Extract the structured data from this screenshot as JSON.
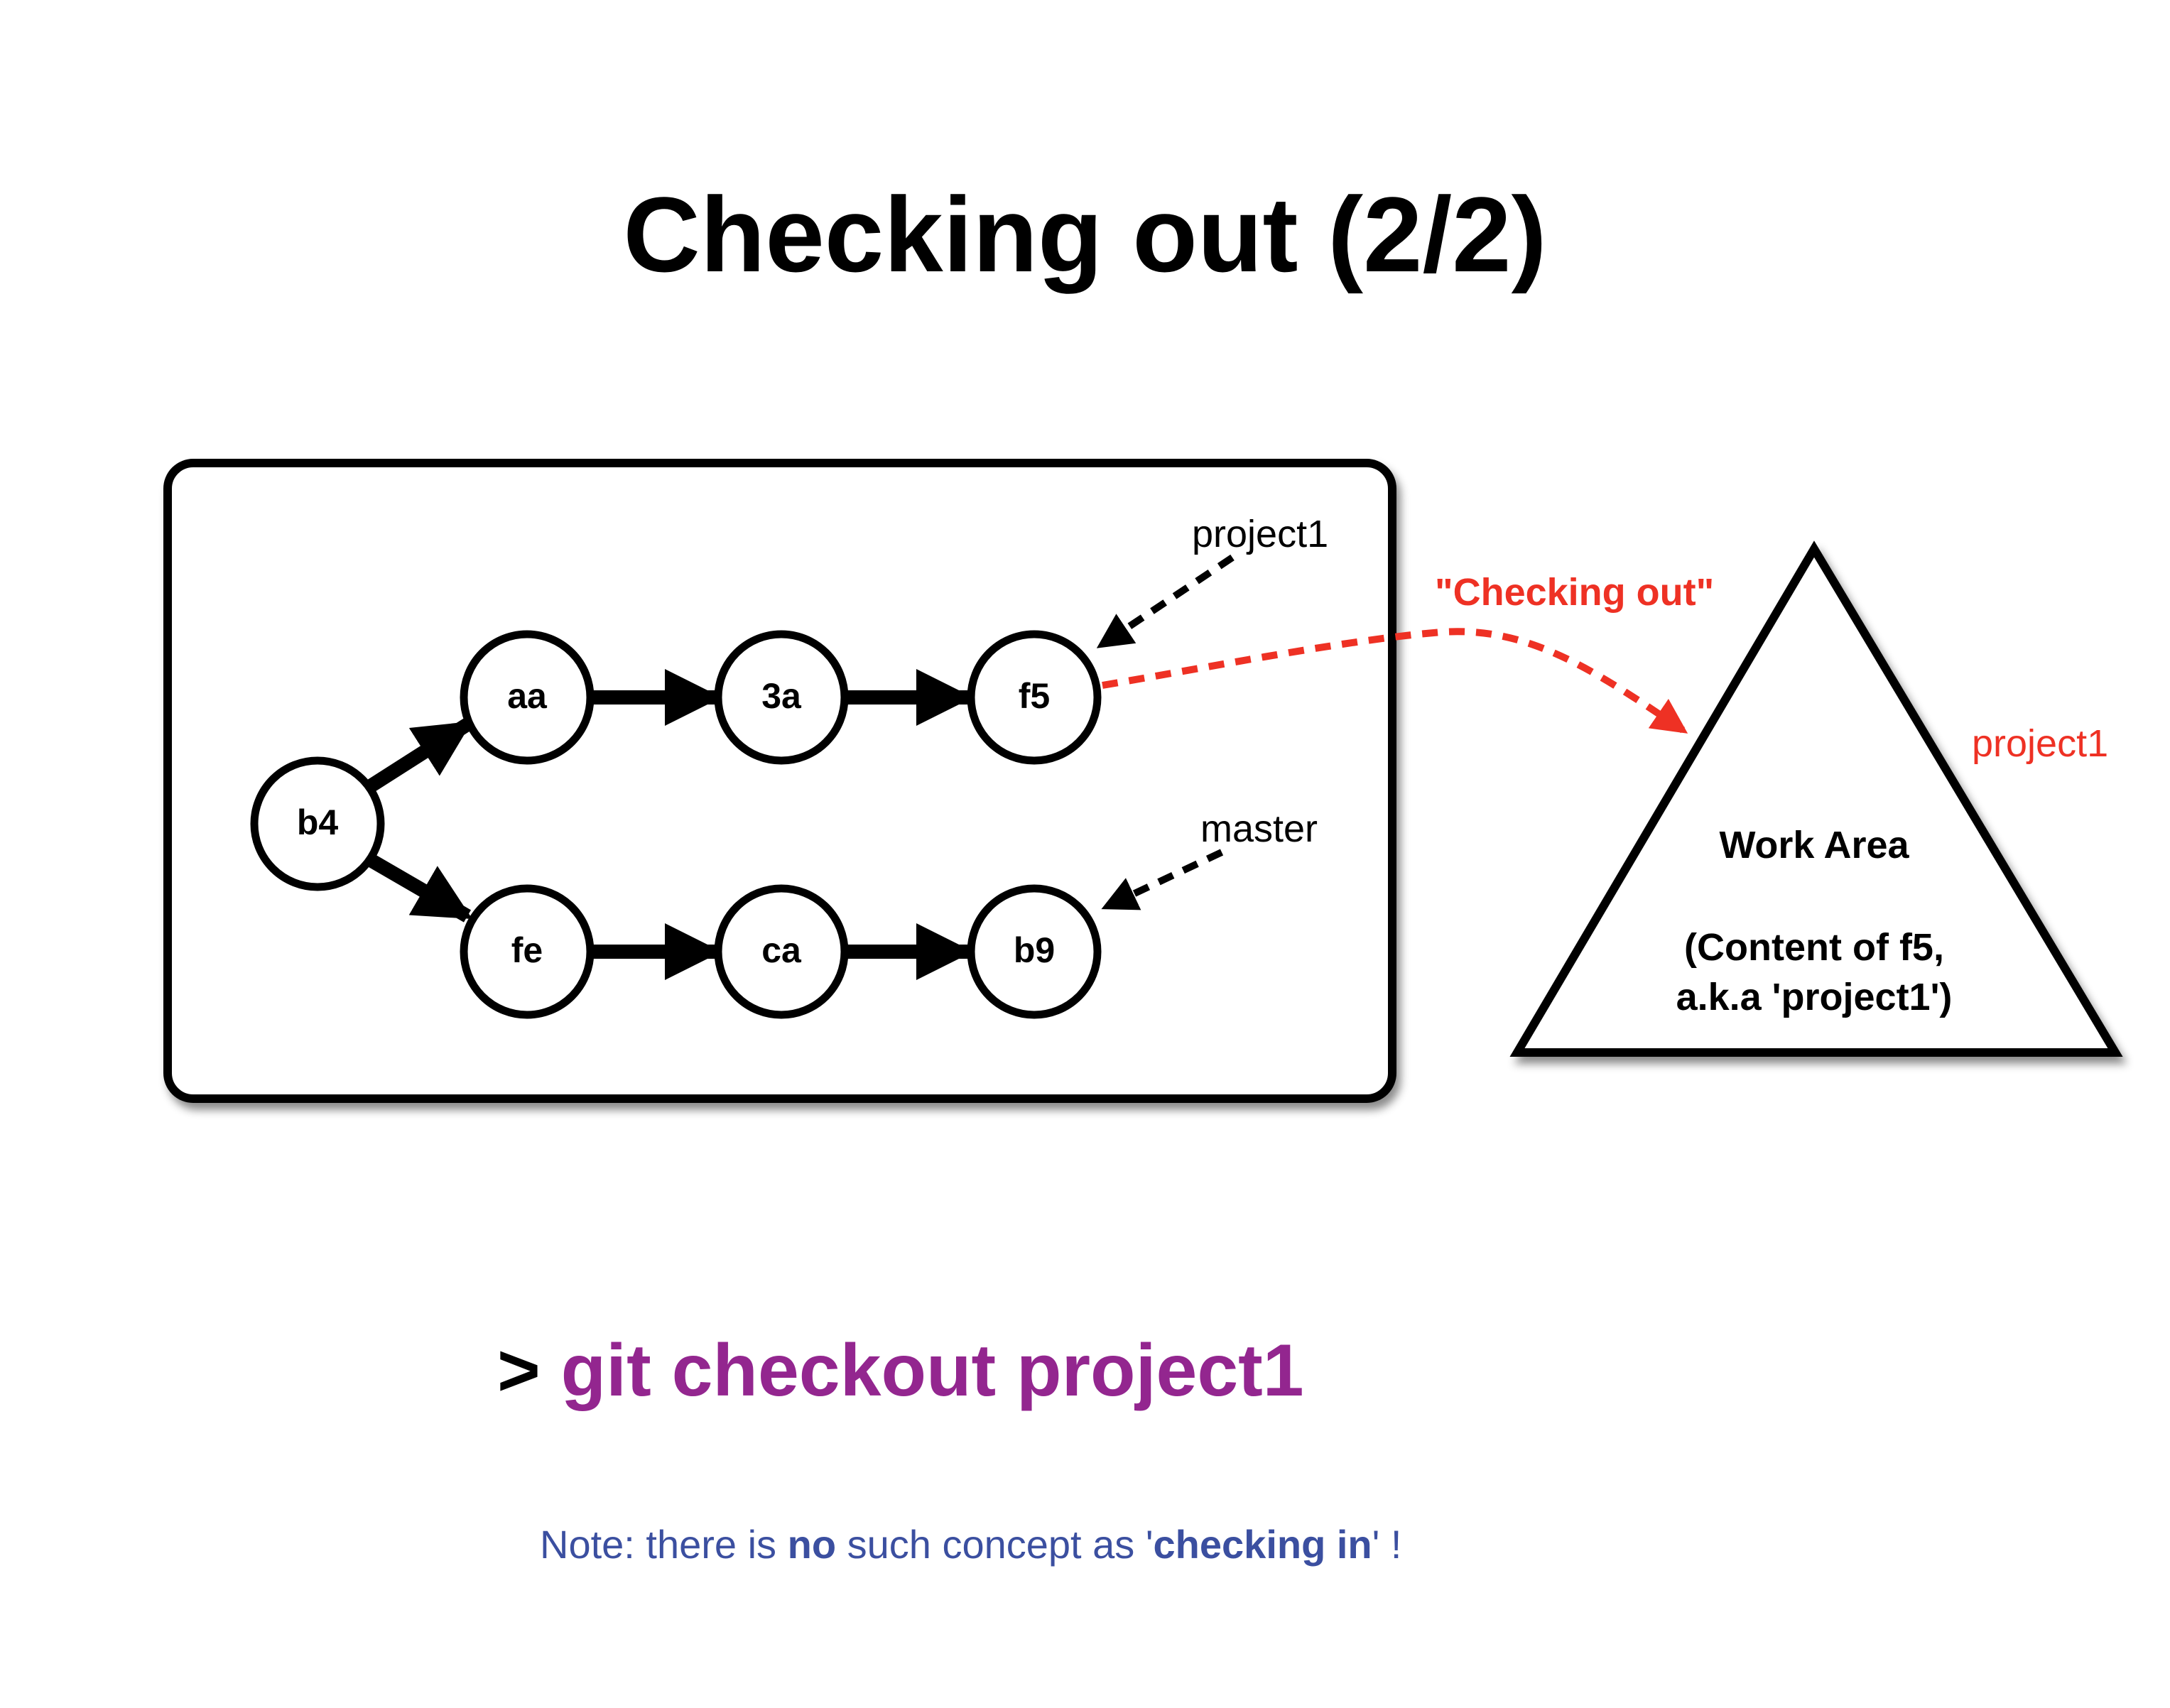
{
  "title": "Checking out (2/2)",
  "colors": {
    "checkout_red": "#ee3124",
    "command_purple": "#93268f",
    "note_blue": "#3b4fa0",
    "stroke": "#000000"
  },
  "graph": {
    "nodes": {
      "b4": "b4",
      "aa": "aa",
      "3a": "3a",
      "f5": "f5",
      "fe": "fe",
      "ca": "ca",
      "b9": "b9"
    },
    "refs": {
      "project1": "project1",
      "master": "master"
    }
  },
  "checkout_label": "\"Checking out\"",
  "work_area": {
    "branch_label": "project1",
    "title": "Work Area",
    "content_line1": "(Content of f5,",
    "content_line2": "a.k.a 'project1')"
  },
  "command": {
    "prompt": ">",
    "text": "git checkout project1"
  },
  "note": {
    "part1": "Note: there is ",
    "emph1": "no",
    "part2": " such concept as '",
    "emph2": "checking in",
    "part3": "' !"
  }
}
